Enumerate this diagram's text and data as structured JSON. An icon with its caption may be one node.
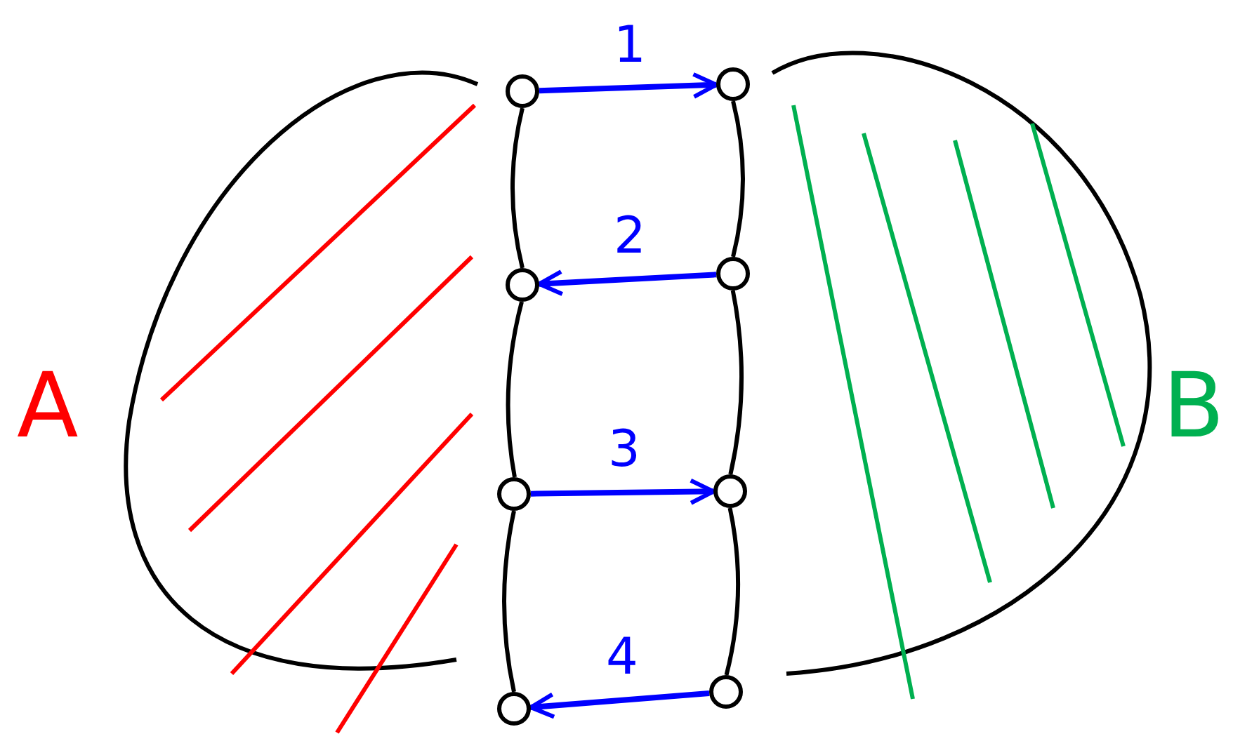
{
  "diagram": {
    "nodes": [
      {
        "text": [
          "A"
        ]
      },
      {
        "text": [
          "B"
        ]
      },
      {
        "text": [],
        "shape": "circle"
      },
      {
        "text": [],
        "shape": "circle"
      },
      {
        "text": [],
        "shape": "circle"
      },
      {
        "text": [],
        "shape": "circle"
      },
      {
        "text": [],
        "shape": "circle"
      },
      {
        "text": [],
        "shape": "circle"
      },
      {
        "text": [],
        "shape": "circle"
      },
      {
        "text": [],
        "shape": "circle"
      }
    ],
    "edges": [
      {
        "from": 2,
        "to": 6,
        "arrow": "to",
        "label": "1",
        "color": "#0000ff"
      },
      {
        "from": 7,
        "to": 3,
        "arrow": "to",
        "label": "2",
        "color": "#0000ff"
      },
      {
        "from": 4,
        "to": 8,
        "arrow": "to",
        "label": "3",
        "color": "#0000ff"
      },
      {
        "from": 9,
        "to": 5,
        "arrow": "to",
        "label": "4",
        "color": "#0000ff"
      },
      {
        "from": 2,
        "to": 3,
        "arrow": "none"
      },
      {
        "from": 3,
        "to": 4,
        "arrow": "none"
      },
      {
        "from": 4,
        "to": 5,
        "arrow": "none"
      },
      {
        "from": 6,
        "to": 7,
        "arrow": "none"
      },
      {
        "from": 7,
        "to": 8,
        "arrow": "none"
      },
      {
        "from": 8,
        "to": 9,
        "arrow": "none"
      }
    ]
  }
}
